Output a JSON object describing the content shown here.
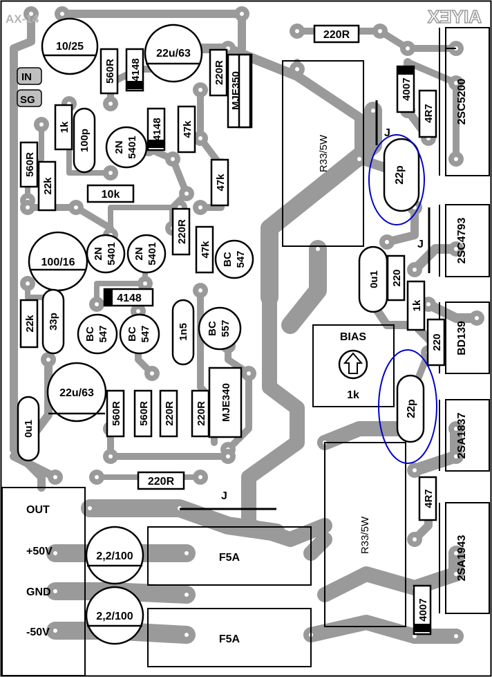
{
  "board": {
    "title": "AX-14",
    "brand_mirrored": "AIYEX",
    "colors": {
      "copper": "#9a9a9a",
      "ink": "#000000",
      "highlight": "#0000c8"
    }
  },
  "labels": {
    "in": "IN",
    "sg": "SG",
    "out": "OUT",
    "p50": "+50V",
    "gnd": "GND",
    "m50": "-50V",
    "bias": "BIAS",
    "bias_value": "1k",
    "jumper": "J",
    "c10_25": "10/25",
    "c22u63_a": "22u/63",
    "c22u63_b": "22u/63",
    "c100_16": "100/16",
    "c2_2_a": "2,2/100",
    "c2_2_b": "2,2/100",
    "r560_a": "560R",
    "r560_b": "560R",
    "r560_c": "560R",
    "r560_d": "560R",
    "r220_top": "220R",
    "r220_a": "220R",
    "r220_b": "220R",
    "r220_c": "220R",
    "r220_d": "220R",
    "r220_bot": "220R",
    "d4148_a": "4148",
    "d4148_b": "4148",
    "d4148_c": "4148",
    "d4007_a": "4007",
    "d4007_b": "4007",
    "r1k_a": "1k",
    "r1k_b": "1k",
    "r22k_a": "22k",
    "r22k_b": "22k",
    "r47k_a": "47k",
    "r47k_b": "47k",
    "r47k_c": "47k",
    "r10k": "10k",
    "c100p": "100p",
    "c33p": "33p",
    "c1n5": "1n5",
    "c0u1_a": "0u1",
    "c0u1_b": "0u1",
    "c22p_a": "22p",
    "c22p_b": "22p",
    "r220_plain_a": "220",
    "r220_plain_b": "220",
    "r4r7_a": "4R7",
    "r4r7_b": "4R7",
    "r33_a": "R33/5W",
    "r33_b": "R33/5W",
    "f5a_a": "F5A",
    "f5a_b": "F5A",
    "t_mje350": "MJE350",
    "t_mje340": "MJE340",
    "t_2sc5200": "2SC5200",
    "t_2sc4793": "2SC4793",
    "t_bd139": "BD139",
    "t_2sa1837": "2SA1837",
    "t_2sa1943": "2SA1943",
    "t_2n": "2N",
    "t_5401": "5401",
    "t_bc": "BC",
    "t_547": "547",
    "t_557": "557"
  }
}
